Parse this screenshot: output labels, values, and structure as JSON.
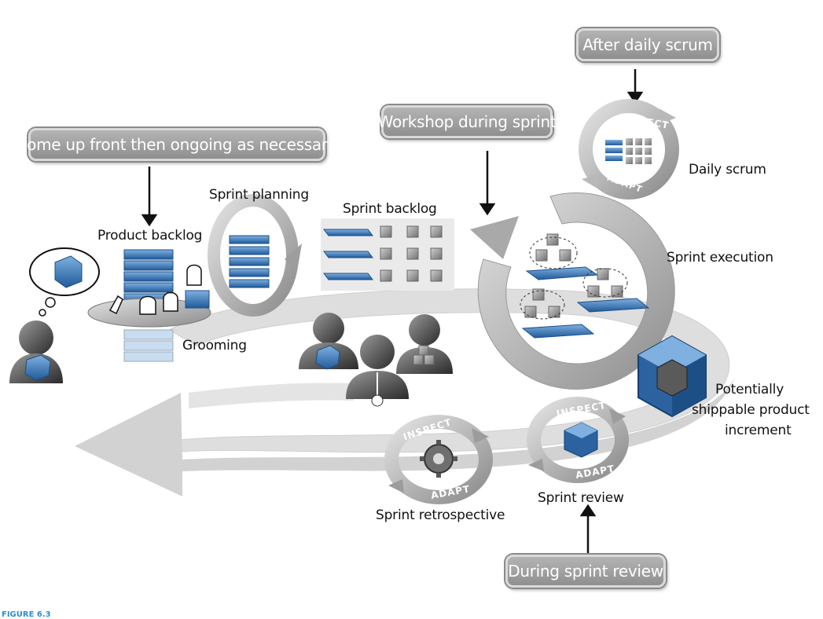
{
  "callouts": {
    "after_daily_scrum": "After daily scrum",
    "workshop_during_sprint": "Workshop during sprint",
    "some_up_front": "Some up front then ongoing as necessary",
    "during_sprint_review": "During sprint review"
  },
  "labels": {
    "daily_scrum": "Daily scrum",
    "sprint_planning": "Sprint planning",
    "sprint_backlog": "Sprint backlog",
    "product_backlog": "Product backlog",
    "sprint_execution": "Sprint execution",
    "grooming": "Grooming",
    "potentially_shippable": [
      "Potentially",
      "shippable product",
      "increment"
    ],
    "sprint_review": "Sprint review",
    "sprint_retrospective": "Sprint retrospective"
  },
  "ring_text": {
    "inspect": "INSPECT",
    "adapt": "ADAPT"
  },
  "caption": "FIGURE 6.3",
  "colors": {
    "accent_blue": "#2f6fb0",
    "callout_gray": "#9e9e9e",
    "flow_gray": "#d7d7d7"
  }
}
